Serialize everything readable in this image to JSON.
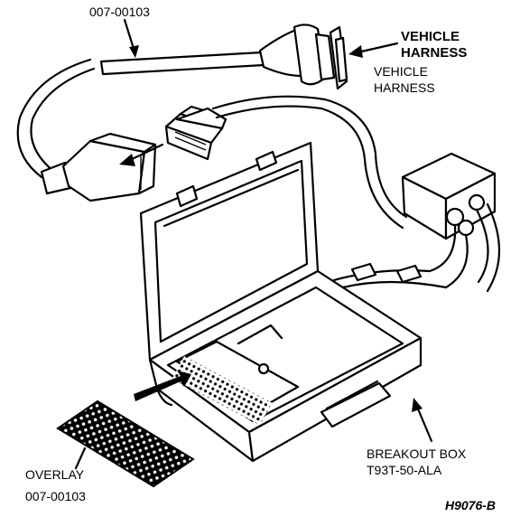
{
  "labels": {
    "part_top": "007-00103",
    "vehicle_harness_bold_line1": "VEHICLE",
    "vehicle_harness_bold_line2": "HARNESS",
    "vehicle_harness_line1": "VEHICLE",
    "vehicle_harness_line2": "HARNESS",
    "breakout_box_line1": "BREAKOUT BOX",
    "breakout_box_line2": "T93T-50-ALA",
    "overlay_line1": "OVERLAY",
    "overlay_line2": "007-00103",
    "figure_id": "H9076-B"
  },
  "colors": {
    "ink": "#000000",
    "paper": "#ffffff"
  },
  "icons": [
    "arrow-icon"
  ]
}
